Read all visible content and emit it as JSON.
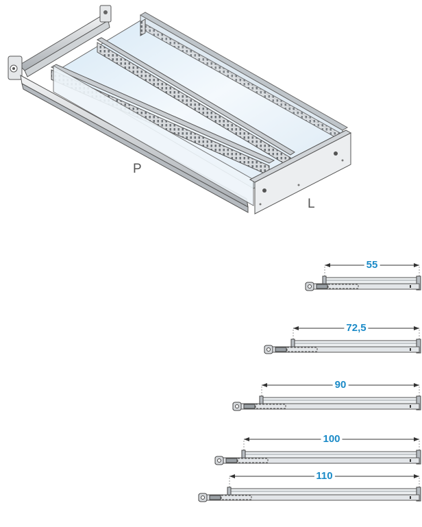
{
  "drawer": {
    "label_depth": "P",
    "label_width": "L"
  },
  "rails": [
    {
      "extension": "55"
    },
    {
      "extension": "72,5"
    },
    {
      "extension": "90"
    },
    {
      "extension": "100"
    },
    {
      "extension": "110"
    }
  ],
  "colors": {
    "dimension_text": "#1a8ac7",
    "line": "#444444",
    "metal_light": "#e9ecef",
    "metal_dark": "#8a9096"
  }
}
